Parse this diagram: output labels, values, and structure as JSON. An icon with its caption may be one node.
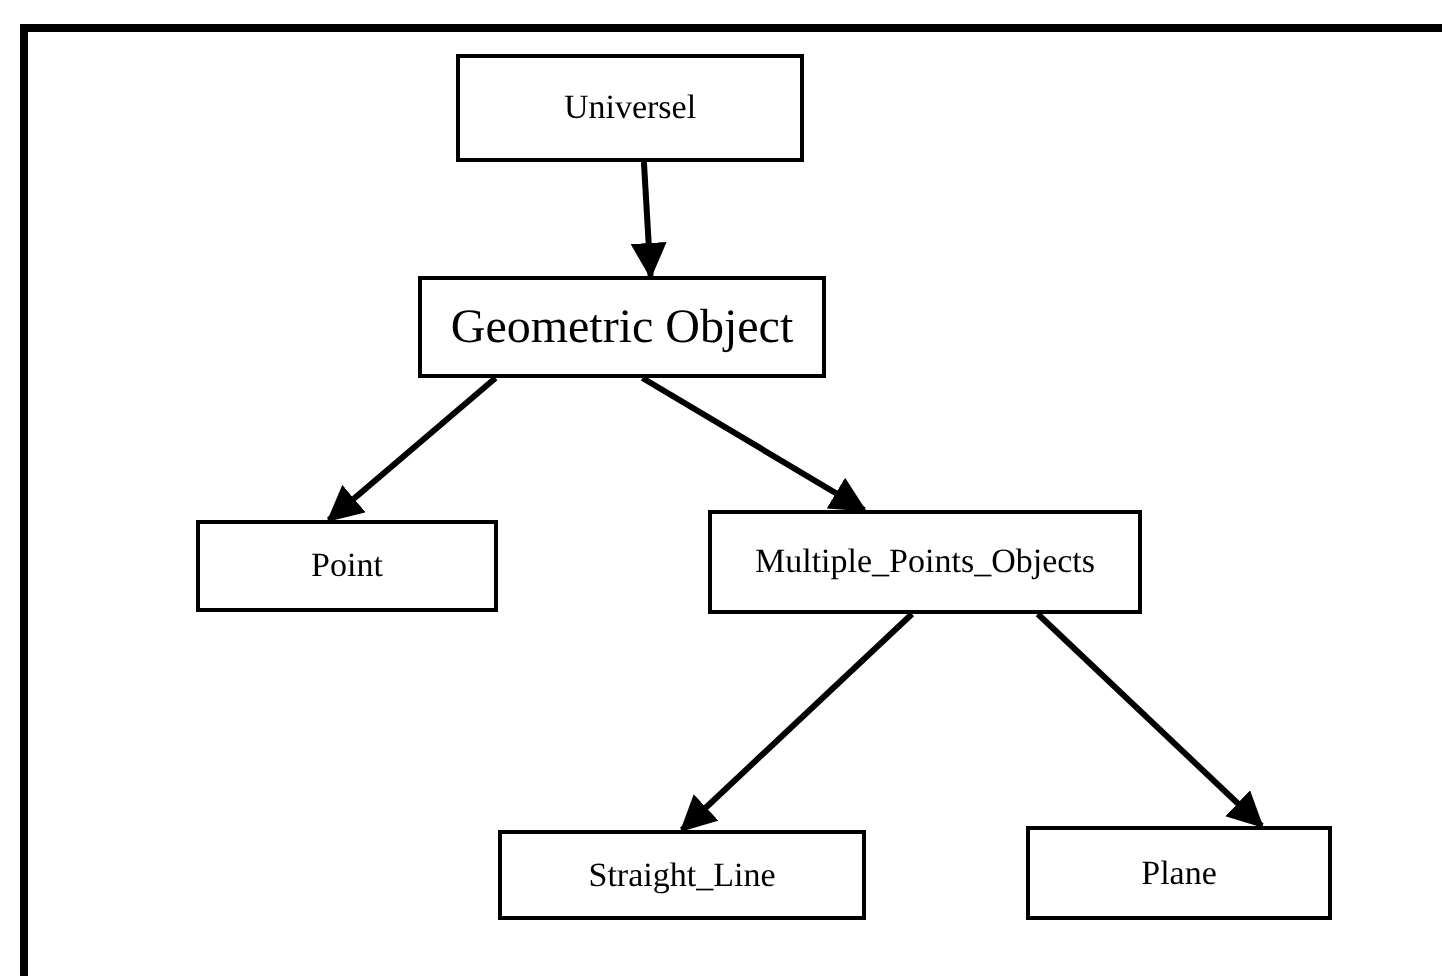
{
  "diagram": {
    "nodes": [
      {
        "text": [
          "Universel"
        ]
      },
      {
        "text": [
          "Geometric Object"
        ]
      },
      {
        "text": [
          "Point"
        ]
      },
      {
        "text": [
          "Multiple_Points_Objects"
        ]
      },
      {
        "text": [
          "Straight_Line"
        ]
      },
      {
        "text": [
          "Plane"
        ]
      }
    ],
    "edges": [
      {
        "from": 0,
        "to": 1,
        "arrow": "to"
      },
      {
        "from": 1,
        "to": 2,
        "arrow": "to"
      },
      {
        "from": 1,
        "to": 3,
        "arrow": "to"
      },
      {
        "from": 3,
        "to": 4,
        "arrow": "to"
      },
      {
        "from": 3,
        "to": 5,
        "arrow": "to"
      }
    ]
  }
}
